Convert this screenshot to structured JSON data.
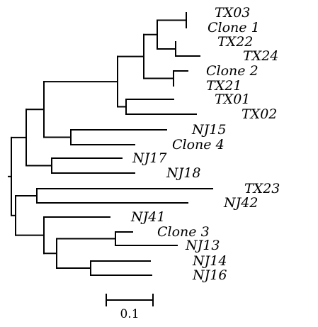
{
  "tree": {
    "leaves": [
      {
        "id": "TX03",
        "label": "TX03"
      },
      {
        "id": "Clone1",
        "label": "Clone 1"
      },
      {
        "id": "TX22",
        "label": "TX22"
      },
      {
        "id": "TX24",
        "label": "TX24"
      },
      {
        "id": "Clone2",
        "label": "Clone 2"
      },
      {
        "id": "TX21",
        "label": "TX21"
      },
      {
        "id": "TX01",
        "label": "TX01"
      },
      {
        "id": "TX02",
        "label": "TX02"
      },
      {
        "id": "NJ15",
        "label": "NJ15"
      },
      {
        "id": "Clone4",
        "label": "Clone 4"
      },
      {
        "id": "NJ17",
        "label": "NJ17"
      },
      {
        "id": "NJ18",
        "label": "NJ18"
      },
      {
        "id": "TX23",
        "label": "TX23"
      },
      {
        "id": "NJ42",
        "label": "NJ42"
      },
      {
        "id": "NJ41",
        "label": "NJ41"
      },
      {
        "id": "Clone3",
        "label": "Clone 3"
      },
      {
        "id": "NJ13",
        "label": "NJ13"
      },
      {
        "id": "NJ14",
        "label": "NJ14"
      },
      {
        "id": "NJ16",
        "label": "NJ16"
      }
    ],
    "scale_bar": {
      "label": "0.1",
      "value": 0.1
    }
  }
}
